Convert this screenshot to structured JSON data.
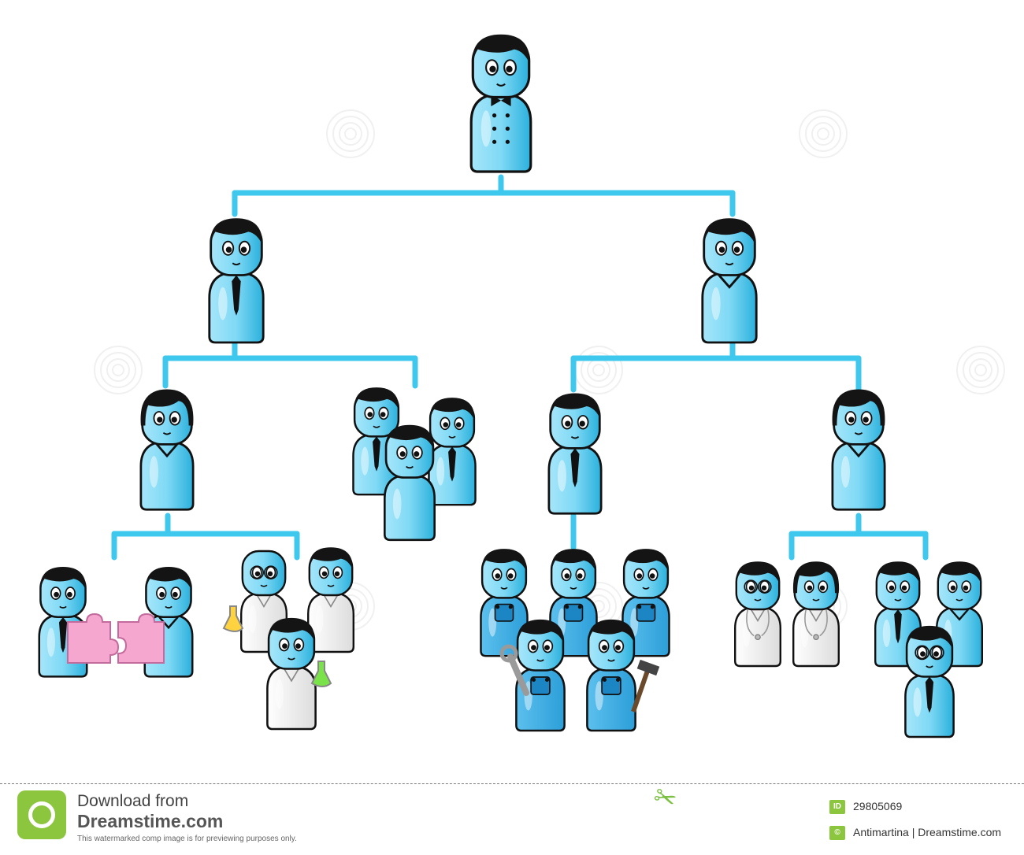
{
  "colors": {
    "connector": "#3ec8ee",
    "skin": "#7fd9f5",
    "skin_dark": "#2ab0dc",
    "outline": "#111111",
    "hair": "#141414",
    "coat": "#ffffff",
    "overalls": "#2c9ed8"
  },
  "icons": {
    "watermark": "dreamstime-spiral-icon",
    "scissors": "scissors-icon",
    "puzzle": "puzzle-piece-icon",
    "flask": "flask-icon",
    "wrench": "wrench-icon",
    "hammer": "hammer-icon",
    "stethoscope": "stethoscope-icon"
  },
  "footer": {
    "download_label": "Download from",
    "brand": "Dreamstime.com",
    "note": "This watermarked comp image is for previewing purposes only.",
    "id_badge": "ID",
    "image_id": "29805069",
    "credit_badge": "©",
    "credit": "Antimartina | Dreamstime.com"
  }
}
